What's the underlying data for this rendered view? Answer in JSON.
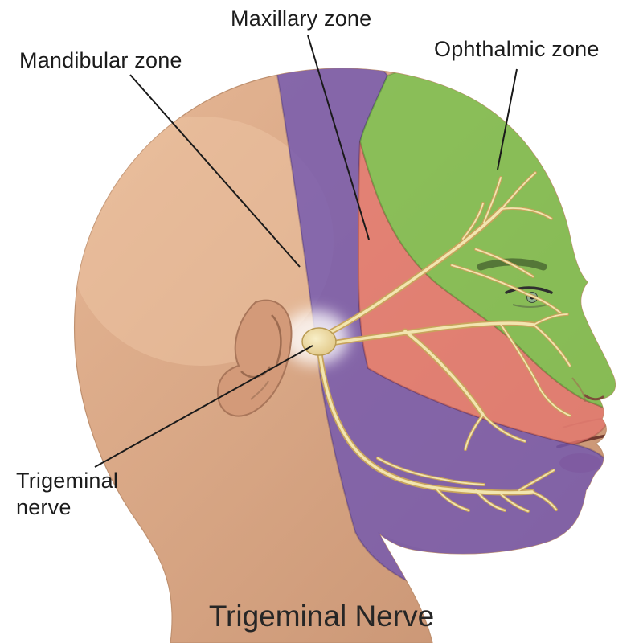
{
  "title": {
    "text": "Trigeminal Nerve"
  },
  "labels": {
    "mandibular": {
      "text": "Mandibular zone"
    },
    "maxillary": {
      "text": "Maxillary zone"
    },
    "ophthalmic": {
      "text": "Ophthalmic zone"
    },
    "trigeminal": {
      "line1": "Trigeminal",
      "line2": "nerve"
    }
  },
  "colors": {
    "ophthalmic_zone": "#76c34c",
    "maxillary_zone": "#e4766e",
    "mandibular_zone": "#7257b0",
    "nerve_light": "#f2e5af",
    "nerve_dark": "#c8a35c",
    "ganglion_core": "#f8efc8",
    "ganglion_edge": "#ddc07a",
    "skin_light": "#e6b795",
    "skin_dark": "#c79271",
    "leader_line": "#1a1a1a",
    "label_text": "#1b1b1b",
    "background": "#ffffff"
  }
}
